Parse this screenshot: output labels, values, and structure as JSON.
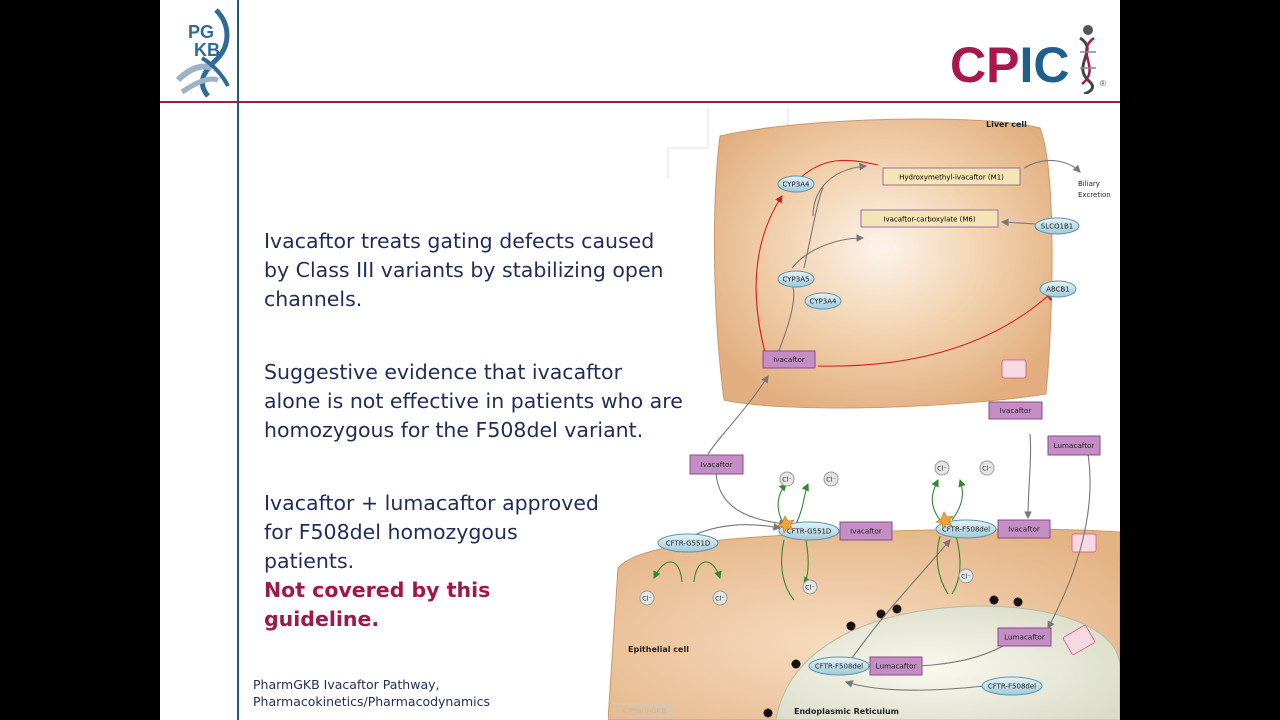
{
  "colors": {
    "header_rule": "#9e1b4a",
    "accent_red": "#a0174a",
    "navy_text": "#1e2d5a",
    "pgkb_blue": "#2f6b9a",
    "cpic_red": "#a8174e",
    "cpic_blue": "#1f5f8b",
    "cell_tan": "#e8b88a",
    "drug_purple": "#b86fb6",
    "metabolite_yellow": "#f5e4b5",
    "protein_blue": "#c9e4ef"
  },
  "logos": {
    "pgkb_icon": "pgkb-dna-logo",
    "pgkb_line1": "PG",
    "pgkb_line2": "KB",
    "cpic_letters": "CPIC",
    "cpic_icon": "dna-person-icon",
    "cpic_registered": "®"
  },
  "body": {
    "p1": "Ivacaftor treats gating defects caused by Class III variants by stabilizing open channels.",
    "p2": "Suggestive evidence that ivacaftor alone is not effective in patients who are homozygous for the F508del variant.",
    "p3": "Ivacaftor + lumacaftor approved for F508del homozygous patients.",
    "p3_emphasis": "Not covered by this guideline."
  },
  "citation": {
    "line1": "PharmGKB Ivacaftor Pathway,",
    "line2": "Pharmacokinetics/Pharmacodynamics"
  },
  "diagram": {
    "liver_cell": "Liver cell",
    "epithelial_cell": "Epithelial cell",
    "er": "Endoplasmic Reticulum",
    "m1": "Hydroxymethyl-ivacaftor (M1)",
    "m6": "Ivacaftor-carboxylate (M6)",
    "cyp3a4_top": "CYP3A4",
    "cyp3a5": "CYP3A5",
    "cyp3a4_mid": "CYP3A4",
    "slco1b1": "SLCO1B1",
    "abcb1": "ABCB1",
    "biliary1": "Biliary",
    "biliary2": "Excretion",
    "ivacaftor_liver": "Ivacaftor",
    "ivacaftor_blood": "Ivacaftor",
    "ivacaftor_right": "Ivacaftor",
    "lumacaftor_right": "Lumacaftor",
    "cftr_g551d_left": "CFTR-G551D",
    "cftr_g551d_mid": "CFTR-G551D",
    "ivacaftor_g551d": "Ivacaftor",
    "cftr_f508del_top": "CFTR-F508del",
    "ivacaftor_f508": "Ivacaftor",
    "lumacaftor_er": "Lumacaftor",
    "cftr_f508del_er": "CFTR-F508del",
    "lumacaftor_er2": "Lumacaftor",
    "cftr_f508del_er2": "CFTR-F508del",
    "chloride": "Cl⁻",
    "watermark": "©PharmGKB"
  }
}
